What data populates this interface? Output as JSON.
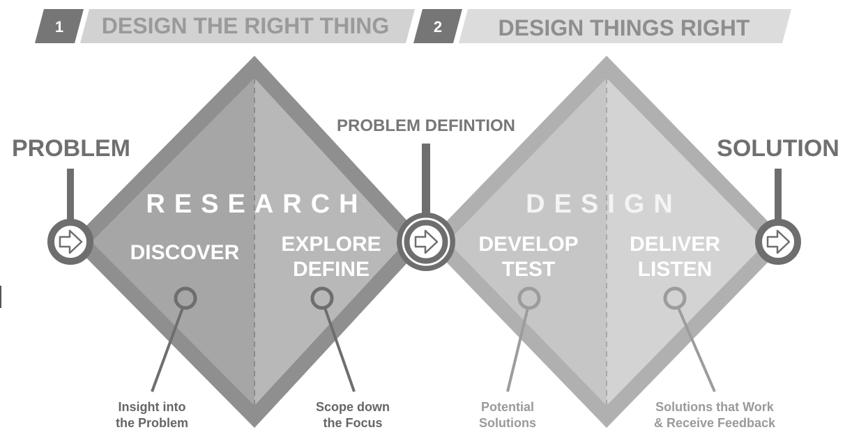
{
  "header": {
    "step1": {
      "number": "1",
      "title": "DESIGN THE RIGHT THING"
    },
    "step2": {
      "number": "2",
      "title": "DESIGN THINGS RIGHT"
    }
  },
  "milestones": {
    "problem": "PROBLEM",
    "problem_definition": "PROBLEM DEFINTION",
    "solution": "SOLUTION"
  },
  "diamonds": {
    "research": "RESEARCH",
    "design": "DESIGN"
  },
  "phases": {
    "discover": [
      "DISCOVER"
    ],
    "explore_define": [
      "EXPLORE",
      "DEFINE"
    ],
    "develop_test": [
      "DEVELOP",
      "TEST"
    ],
    "deliver_listen": [
      "DELIVER",
      "LISTEN"
    ]
  },
  "captions": {
    "discover": [
      "Insight into",
      "the Problem"
    ],
    "define": [
      "Scope down",
      "the Focus"
    ],
    "develop": [
      "Potential",
      "Solutions"
    ],
    "deliver": [
      "Solutions that Work",
      "& Receive Feedback"
    ]
  },
  "colors": {
    "diamond1_left": "#a6a6a6",
    "diamond1_right": "#b8b8b8",
    "diamond1_border": "#8f8f8f",
    "diamond2_left": "#c6c6c6",
    "diamond2_right": "#d3d3d3",
    "diamond2_border": "#b3b3b3",
    "node_ring": "#6e6e6e",
    "stem": "#6e6e6e"
  },
  "icons": {
    "node_arrow": "right-arrow-icon",
    "bullet": "ring-icon"
  }
}
